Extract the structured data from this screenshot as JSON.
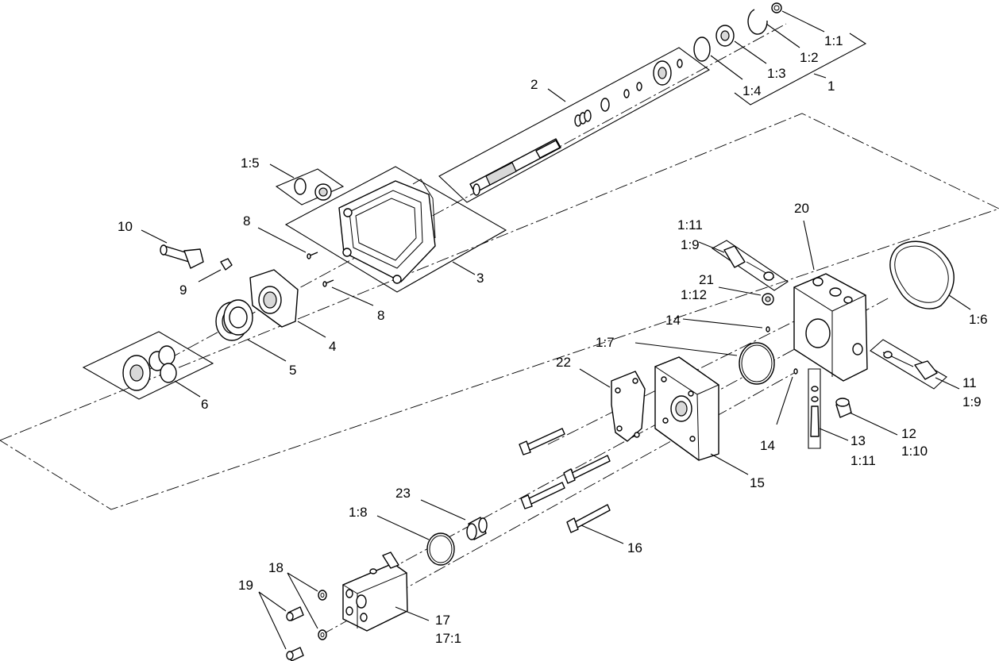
{
  "callouts": {
    "c1_1": "1:1",
    "c1_2": "1:2",
    "c1_3": "1:3",
    "c1_4": "1:4",
    "c1": "1",
    "c2": "2",
    "c1_5": "1:5",
    "c3": "3",
    "c8a": "8",
    "c8b": "8",
    "c10": "10",
    "c9": "9",
    "c4": "4",
    "c5": "5",
    "c6": "6",
    "c20": "20",
    "c1_11a": "1:11",
    "c1_9a": "1:9",
    "c21": "21",
    "c1_12": "1:12",
    "c1_6": "1:6",
    "c14a": "14",
    "c1_7": "1:7",
    "c22": "22",
    "c11": "11",
    "c1_9b": "1:9",
    "c14b": "14",
    "c12": "12",
    "c1_10": "1:10",
    "c13": "13",
    "c1_11b": "1:11",
    "c15": "15",
    "c23": "23",
    "c1_8": "1:8",
    "c16": "16",
    "c18": "18",
    "c19": "19",
    "c17": "17",
    "c17_1": "17:1"
  }
}
